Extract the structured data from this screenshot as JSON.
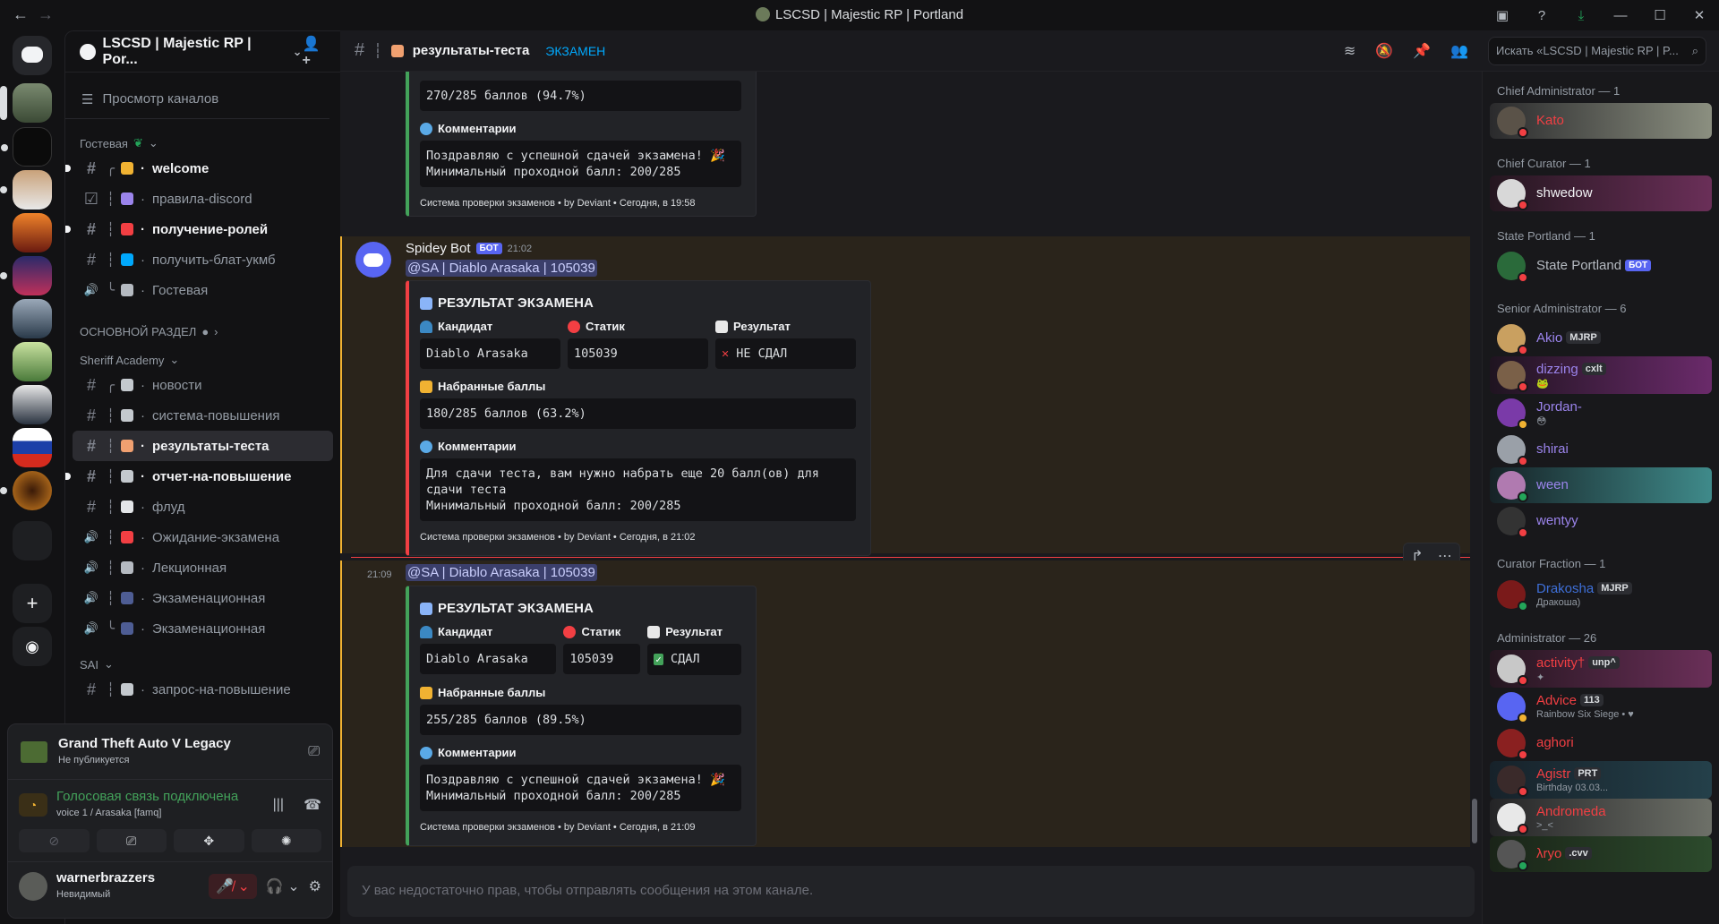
{
  "window": {
    "title": "LSCSD | Majestic RP | Portland"
  },
  "server": {
    "name": "LSCSD | Majestic RP | Por...",
    "browse_channels": "Просмотр каналов"
  },
  "categories": {
    "guest": "Гостевая",
    "main": "ОСНОВНОЙ РАЗДЕЛ",
    "academy": "Sheriff Academy",
    "sai": "SAI"
  },
  "channels": [
    {
      "name": "welcome",
      "type": "text",
      "state": "unread",
      "icon_color": "#f0b232",
      "prefix": "╭"
    },
    {
      "name": "правила-discord",
      "type": "rules",
      "state": "normal",
      "icon_color": "#9b84ec",
      "prefix": "┆"
    },
    {
      "name": "получение-ролей",
      "type": "text",
      "state": "unread",
      "icon_color": "#f23f43",
      "prefix": "┆"
    },
    {
      "name": "получить-блат-укмб",
      "type": "text",
      "state": "normal",
      "icon_color": "#00a8fc",
      "prefix": "┆"
    },
    {
      "name": "Гостевая",
      "type": "voice",
      "state": "normal",
      "icon_color": "#b5bac1",
      "prefix": "╰"
    },
    {
      "name": "новости",
      "type": "text",
      "state": "normal",
      "icon_color": "#c4c9ce",
      "prefix": "╭"
    },
    {
      "name": "система-повышения",
      "type": "text",
      "state": "normal",
      "icon_color": "#c4c9ce",
      "prefix": "┆"
    },
    {
      "name": "результаты-теста",
      "type": "text",
      "state": "active",
      "icon_color": "#f0a070",
      "prefix": "┆"
    },
    {
      "name": "отчет-на-повышение",
      "type": "text",
      "state": "unread",
      "icon_color": "#c4c9ce",
      "prefix": "┆"
    },
    {
      "name": "флуд",
      "type": "text",
      "state": "normal",
      "icon_color": "#e3e5e8",
      "prefix": "┆"
    },
    {
      "name": "Ожидание-экзамена",
      "type": "voice",
      "state": "normal",
      "icon_color": "#f23f43",
      "prefix": "┆"
    },
    {
      "name": "Лекционная",
      "type": "voice",
      "state": "normal",
      "icon_color": "#b5bac1",
      "prefix": "┆"
    },
    {
      "name": "Экзаменационная",
      "type": "voice",
      "state": "normal",
      "icon_color": "#4e5d94",
      "prefix": "┆"
    },
    {
      "name": "Экзаменационная",
      "type": "voice",
      "state": "normal",
      "icon_color": "#4e5d94",
      "prefix": "╰"
    },
    {
      "name": "запрос-на-повышение",
      "type": "text",
      "state": "normal",
      "icon_color": "#c4c9ce",
      "prefix": "┆"
    }
  ],
  "activity": {
    "game": "Grand Theft Auto V Legacy",
    "status": "Не публикуется"
  },
  "voice": {
    "status": "Голосовая связь подключена",
    "channel": "voice 1 / Arasaka [famq]"
  },
  "user": {
    "name": "warnerbrazzers",
    "status": "Невидимый"
  },
  "header": {
    "channel": "результаты-теста",
    "topic": "ЭКЗАМЕН",
    "search_placeholder": "Искать «LSCSD | Majestic RP | P..."
  },
  "labels": {
    "title": "РЕЗУЛЬТАТ ЭКЗАМЕНА",
    "candidate": "Кандидат",
    "static": "Статик",
    "result": "Результат",
    "score": "Набранные баллы",
    "comments": "Комментарии",
    "bot_badge": "БОТ"
  },
  "messages": [
    {
      "score": "270/285 баллов (94.7%)",
      "comment": "Поздравляю с успешной сдачей экзамена! 🎉\nМинимальный проходной балл: 200/285",
      "footer": "Система проверки экзаменов • by Deviant • Сегодня, в 19:58"
    },
    {
      "author": "Spidey Bot",
      "time": "21:02",
      "mention": "@SA | Diablo Arasaka | 105039",
      "candidate": "Diablo Arasaka",
      "static": "105039",
      "result": "НЕ СДАЛ",
      "score": "180/285 баллов (63.2%)",
      "comment": "Для сдачи теста, вам нужно набрать еще 20 балл(ов) для сдачи теста\nМинимальный проходной балл: 200/285",
      "footer": "Система проверки экзаменов • by Deviant • Сегодня, в 21:02"
    },
    {
      "time": "21:09",
      "mention": "@SA | Diablo Arasaka | 105039",
      "candidate": "Diablo Arasaka",
      "static": "105039",
      "result": "СДАЛ",
      "score": "255/285 баллов (89.5%)",
      "comment": "Поздравляю с успешной сдачей экзамена! 🎉\nМинимальный проходной балл: 200/285",
      "footer": "Система проверки экзаменов • by Deviant • Сегодня, в 21:09"
    }
  ],
  "composer": {
    "placeholder": "У вас недостаточно прав, чтобы отправлять сообщения на этом канале."
  },
  "member_groups": [
    {
      "title": "Chief Administrator — 1",
      "members": [
        {
          "name": "Kato",
          "color": "#f23f43",
          "status": "dnd",
          "bg": "linear-gradient(90deg,#2a2a2c,#8b8f80)"
        }
      ]
    },
    {
      "title": "Chief Curator — 1",
      "members": [
        {
          "name": "shwedow",
          "color": "#f2f3f5",
          "status": "dnd",
          "bg": "linear-gradient(90deg,#24161f,#6a2f58)"
        }
      ]
    },
    {
      "title": "State Portland — 1",
      "members": [
        {
          "name": "State Portland",
          "color": "#b5bac1",
          "status": "dnd",
          "bot": "БОТ"
        }
      ]
    },
    {
      "title": "Senior Administrator — 6",
      "members": [
        {
          "name": "Akio",
          "color": "#9b84ec",
          "status": "dnd",
          "tag": "MJRP"
        },
        {
          "name": "dizzing",
          "color": "#9b84ec",
          "status": "dnd",
          "tag": "cxlt",
          "sub": "🐸",
          "bg": "linear-gradient(90deg,#1f1420,#6a2a6a)"
        },
        {
          "name": "Jordan-",
          "color": "#9b84ec",
          "status": "idle",
          "sub": "😳"
        },
        {
          "name": "shirai",
          "color": "#9b84ec",
          "status": "dnd"
        },
        {
          "name": "ween",
          "color": "#9b84ec",
          "status": "online",
          "bg": "linear-gradient(90deg,#162226,#3f8a8a)"
        },
        {
          "name": "wentyy",
          "color": "#9b84ec",
          "status": "dnd"
        }
      ]
    },
    {
      "title": "Curator Fraction — 1",
      "members": [
        {
          "name": "Drakosha",
          "color": "#3e6fd8",
          "status": "online",
          "tag": "MJRP",
          "sub": "Дракоша)"
        }
      ]
    },
    {
      "title": "Administrator — 26",
      "members": [
        {
          "name": "activity†",
          "color": "#f23f43",
          "status": "dnd",
          "tag": "unp^",
          "sub": "✦",
          "bg": "linear-gradient(90deg,#24161f,#6a2f58)"
        },
        {
          "name": "Advice",
          "color": "#f23f43",
          "status": "idle",
          "tag": "113",
          "sub": "Rainbow Six Siege • ♥"
        },
        {
          "name": "aghori",
          "color": "#f23f43",
          "status": "dnd"
        },
        {
          "name": "Agistr",
          "color": "#f23f43",
          "status": "dnd",
          "tag": "PRT",
          "sub": "Birthday 03.03...",
          "bg": "linear-gradient(90deg,#17222a,#24404a)"
        },
        {
          "name": "Andromeda",
          "color": "#f23f43",
          "status": "dnd",
          "sub": ">_<",
          "bg": "linear-gradient(90deg,#242426,#6d7068)"
        },
        {
          "name": "λryo",
          "color": "#f23f43",
          "status": "online",
          "tag": ".cvv",
          "bg": "linear-gradient(90deg,#1a2418,#2c4a2c)"
        }
      ]
    }
  ],
  "colors": {
    "accent": "#5865f2",
    "fail": "#f23f43",
    "pass": "#43a25a",
    "mention_bar": "#f0b232"
  }
}
